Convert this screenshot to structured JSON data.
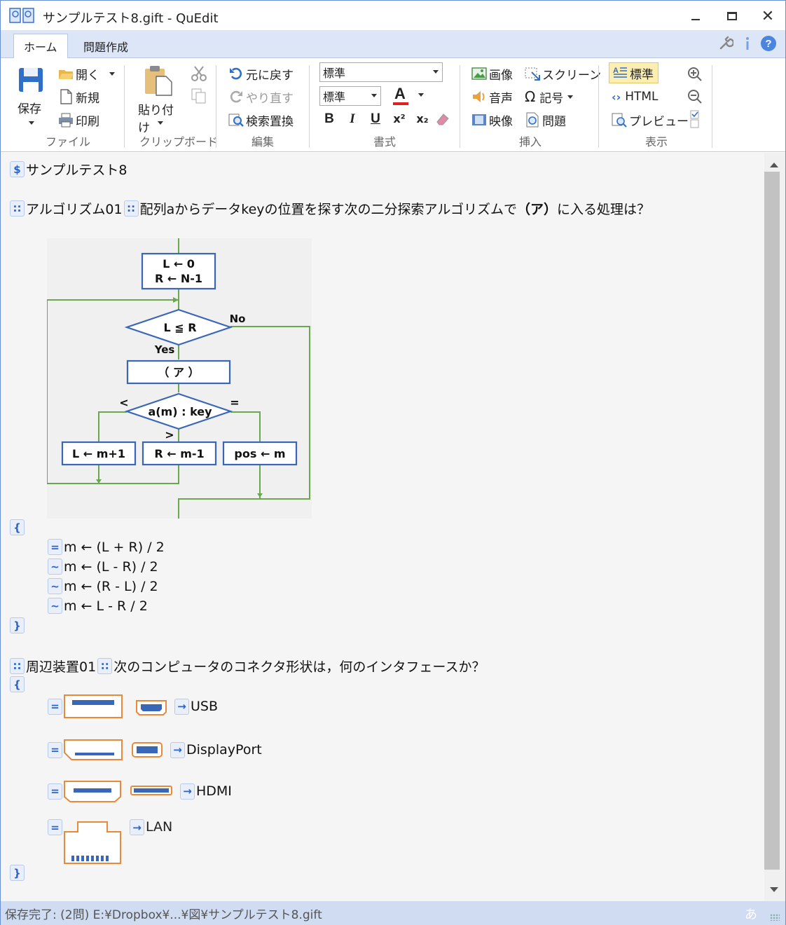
{
  "window": {
    "title": "サンプルテスト8.gift - QuEdit"
  },
  "tabs": [
    {
      "label": "ホーム"
    },
    {
      "label": "問題作成"
    }
  ],
  "ribbon": {
    "file": {
      "save": "保存",
      "open": "開く",
      "new": "新規",
      "print": "印刷",
      "group": "ファイル"
    },
    "clipboard": {
      "paste": "貼り付け",
      "group": "クリップボード"
    },
    "edit": {
      "undo": "元に戻す",
      "redo": "やり直す",
      "find": "検索置換",
      "group": "編集"
    },
    "format": {
      "style1": "標準",
      "style2": "標準",
      "bold": "B",
      "italic": "I",
      "underline": "U",
      "sup": "x²",
      "sub": "x₂",
      "group": "書式"
    },
    "insert": {
      "image": "画像",
      "screen": "スクリーン",
      "audio": "音声",
      "symbol": "記号",
      "video": "映像",
      "question": "問題",
      "group": "挿入"
    },
    "view": {
      "standard": "標準",
      "html": "HTML",
      "preview": "プレビュー",
      "group": "表示"
    }
  },
  "doc": {
    "title": "サンプルテスト8",
    "q1": {
      "name": "アルゴリズム01",
      "text": "配列aからデータkeyの位置を探す次の二分探索アルゴリズムで",
      "text_bold": "（ア）",
      "text_end": "に入る処理は？"
    },
    "flow": {
      "init1": "L ← 0",
      "init2": "R ← N-1",
      "cond": "L ≦ R",
      "no": "No",
      "yes": "Yes",
      "blank": "（ ア ）",
      "cmp": "a(m) : key",
      "lt": "<",
      "eq": "=",
      "gt": ">",
      "b1": "L ← m+1",
      "b2": "R ← m-1",
      "b3": "pos ← m"
    },
    "open_brace": "{",
    "close_brace": "}",
    "answers": [
      {
        "mark": "=",
        "text": "m ← (L + R) / 2"
      },
      {
        "mark": "~",
        "text": "m ← (L - R) / 2"
      },
      {
        "mark": "~",
        "text": "m ← (R - L) / 2"
      },
      {
        "mark": "~",
        "text": "m ← L - R / 2"
      }
    ],
    "q2": {
      "name": "周辺装置01",
      "text": "次のコンピュータのコネクタ形状は，何のインタフェースか？"
    },
    "matches": [
      {
        "label": "USB"
      },
      {
        "label": "DisplayPort"
      },
      {
        "label": "HDMI"
      },
      {
        "label": "LAN"
      }
    ]
  },
  "status": {
    "text": "保存完了: (2問)  E:¥Dropbox¥...¥図¥サンプルテスト8.gift",
    "ime": "あ"
  },
  "colors": {
    "accent": "#2d62c7",
    "flow_blue": "#3a66b7",
    "flow_green": "#6aa84f",
    "connector_orange": "#e98a3a"
  }
}
